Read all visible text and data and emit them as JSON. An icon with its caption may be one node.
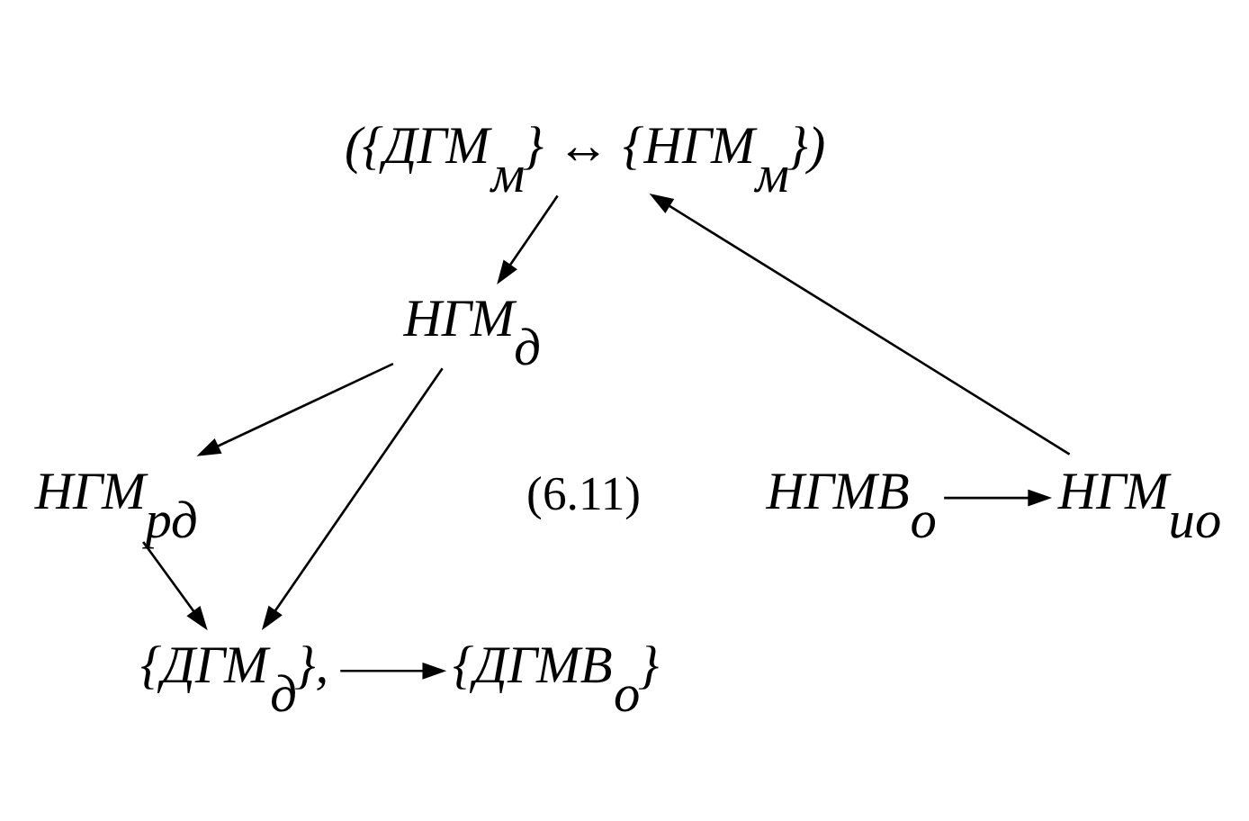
{
  "diagram": {
    "nodes": [
      {
        "text": [
          "({ДГМ$_{м}$} ↔ {НГМ$_{м}$})"
        ]
      },
      {
        "text": [
          "НГМ$_{д}$"
        ]
      },
      {
        "text": [
          "НГМВ$_{о}$"
        ]
      },
      {
        "text": [
          "НГМ$_{ио}$"
        ]
      },
      {
        "text": [
          "НГМ$_{рд}$"
        ]
      },
      {
        "text": [
          "{ДГМВ$_{о}$}"
        ]
      },
      {
        "text": [
          "{ДГМ$_{д}$},"
        ]
      }
    ],
    "edges": [
      {
        "from": 0,
        "to": 1,
        "arrow": "to"
      },
      {
        "from": 1,
        "to": 4,
        "arrow": "to"
      },
      {
        "from": 2,
        "to": 3,
        "arrow": "to"
      },
      {
        "from": 3,
        "to": 0,
        "arrow": "to"
      },
      {
        "from": 4,
        "to": 6,
        "arrow": "to"
      },
      {
        "from": 1,
        "to": 6,
        "arrow": "to"
      },
      {
        "from": 6,
        "to": 5,
        "arrow": "to"
      }
    ],
    "labels": [
      "(6.11)"
    ]
  }
}
